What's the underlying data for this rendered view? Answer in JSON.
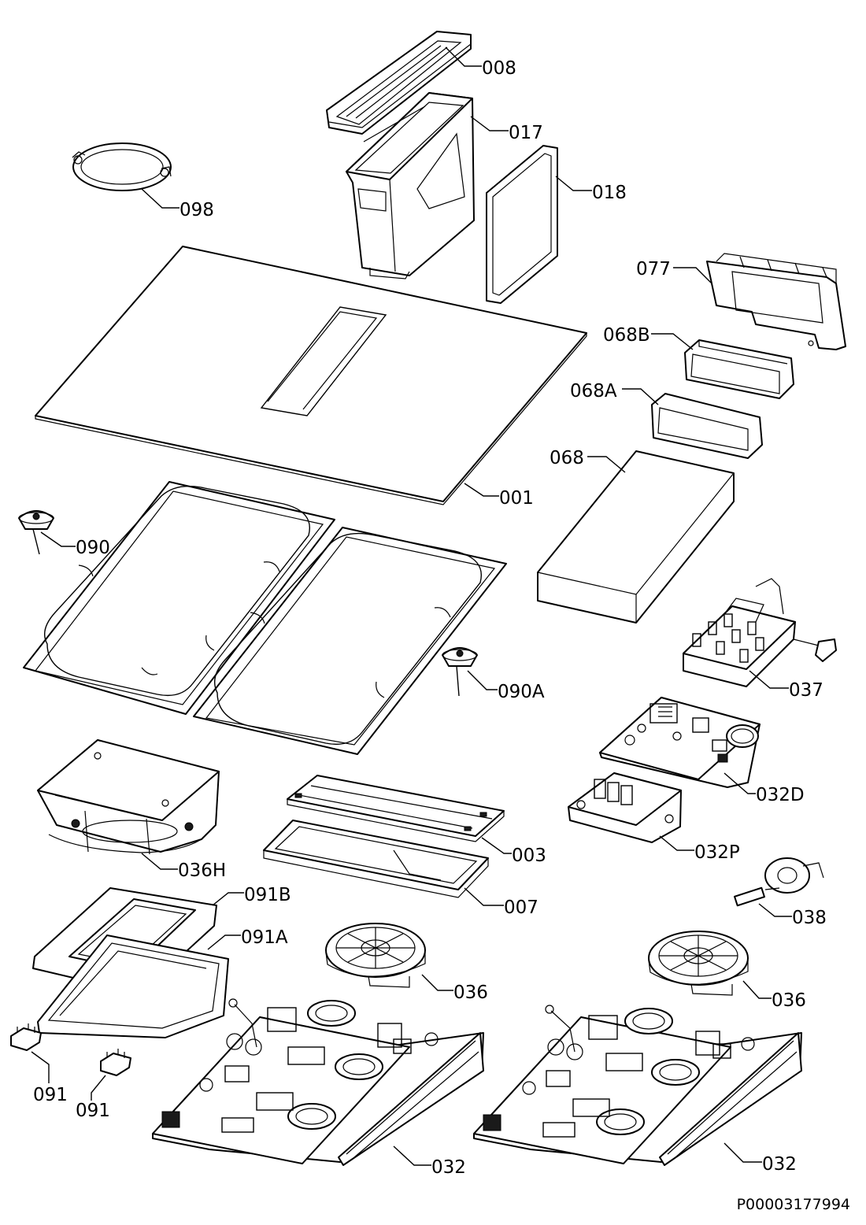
{
  "diagram": {
    "document_number": "P00003177994",
    "parts": [
      {
        "id": "p008",
        "label": "008"
      },
      {
        "id": "p017",
        "label": "017"
      },
      {
        "id": "p018",
        "label": "018"
      },
      {
        "id": "p098",
        "label": "098"
      },
      {
        "id": "p077",
        "label": "077"
      },
      {
        "id": "p068B",
        "label": "068B"
      },
      {
        "id": "p068A",
        "label": "068A"
      },
      {
        "id": "p068",
        "label": "068"
      },
      {
        "id": "p001",
        "label": "001"
      },
      {
        "id": "p090",
        "label": "090"
      },
      {
        "id": "p090A",
        "label": "090A"
      },
      {
        "id": "p037",
        "label": "037"
      },
      {
        "id": "p032D",
        "label": "032D"
      },
      {
        "id": "p003",
        "label": "003"
      },
      {
        "id": "p032P",
        "label": "032P"
      },
      {
        "id": "p036H",
        "label": "036H"
      },
      {
        "id": "p007",
        "label": "007"
      },
      {
        "id": "p091B",
        "label": "091B"
      },
      {
        "id": "p038",
        "label": "038"
      },
      {
        "id": "p091A",
        "label": "091A"
      },
      {
        "id": "p036a",
        "label": "036"
      },
      {
        "id": "p036b",
        "label": "036"
      },
      {
        "id": "p091a",
        "label": "091"
      },
      {
        "id": "p091b",
        "label": "091"
      },
      {
        "id": "p032a",
        "label": "032"
      },
      {
        "id": "p032b",
        "label": "032"
      }
    ]
  }
}
